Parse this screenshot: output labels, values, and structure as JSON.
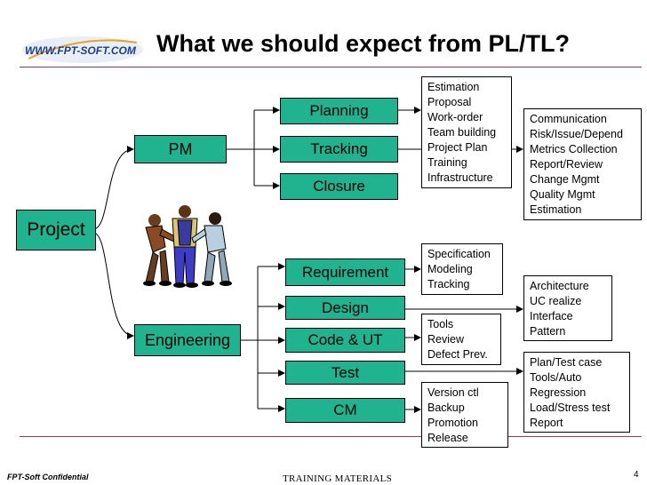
{
  "header": {
    "logo_text": "WWW.FPT-SOFT.COM",
    "title": "What we should expect from PL/TL?"
  },
  "nodes": {
    "project": "Project",
    "pm": "PM",
    "engineering": "Engineering",
    "planning": "Planning",
    "tracking": "Tracking",
    "closure": "Closure",
    "requirement": "Requirement",
    "design": "Design",
    "code_ut": "Code & UT",
    "test": "Test",
    "cm": "CM"
  },
  "notes": {
    "planning": [
      "Estimation",
      "Proposal",
      "Work-order",
      "Team building",
      "Project Plan",
      "Training",
      "Infrastructure"
    ],
    "pm": [
      "Communication",
      "Risk/Issue/Depend",
      "Metrics Collection",
      "Report/Review",
      "Change Mgmt",
      "Quality Mgmt",
      "Estimation"
    ],
    "requirement": [
      "Specification",
      "Modeling",
      "Tracking"
    ],
    "design": [
      "Architecture",
      "UC realize",
      "Interface",
      "Pattern"
    ],
    "code_ut": [
      "Tools",
      "Review",
      "Defect Prev."
    ],
    "test": [
      "Plan/Test case",
      "Tools/Auto",
      "Regression",
      "Load/Stress test",
      "Report"
    ],
    "cm": [
      "Version ctl",
      "Backup",
      "Promotion",
      "Release"
    ]
  },
  "footer": {
    "confidential": "FPT-Soft Confidential",
    "materials": "TRAINING MATERIALS",
    "page": "4"
  },
  "colors": {
    "box_fill": "#1fb38f",
    "rule": "#a8324a"
  }
}
